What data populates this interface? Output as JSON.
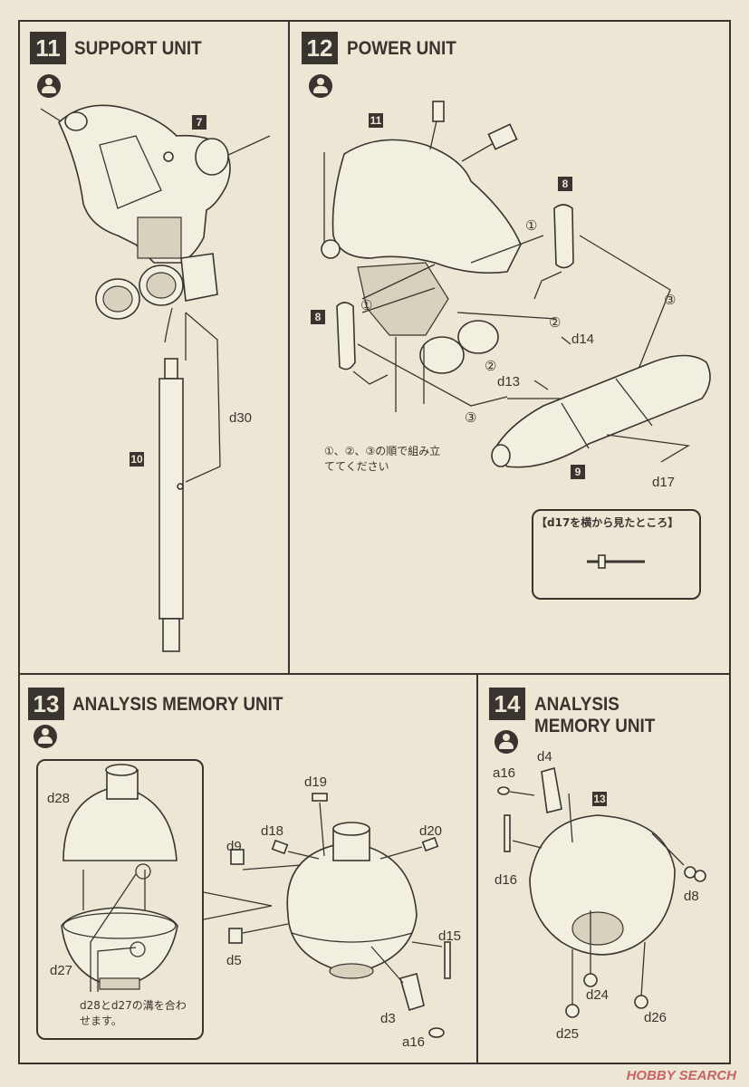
{
  "steps": {
    "s11": {
      "number": "11",
      "title": "SUPPORT UNIT",
      "parts": {
        "p7": "7",
        "p10": "10"
      },
      "labels": {
        "d30": "d30"
      }
    },
    "s12": {
      "number": "12",
      "title": "POWER UNIT",
      "parts": {
        "p11": "11",
        "p8a": "8",
        "p8b": "8",
        "p9": "9"
      },
      "labels": {
        "d14": "d14",
        "d13": "d13",
        "d17": "d17",
        "c1a": "①",
        "c1b": "①",
        "c2a": "②",
        "c2b": "②",
        "c3a": "③",
        "c3b": "③"
      },
      "note": "①、②、③の順で組み立ててください",
      "callout_title": "【d17を横から見たところ】"
    },
    "s13": {
      "number": "13",
      "title": "ANALYSIS MEMORY UNIT",
      "labels": {
        "d28": "d28",
        "d27": "d27",
        "d19": "d19",
        "d18": "d18",
        "d20": "d20",
        "d9": "d9",
        "d5": "d5",
        "d15": "d15",
        "d3": "d3",
        "a16": "a16"
      },
      "note": "d28とd27の溝を合わせます。"
    },
    "s14": {
      "number": "14",
      "title": "ANALYSIS MEMORY UNIT",
      "parts": {
        "p13": "13"
      },
      "labels": {
        "d4": "d4",
        "a16": "a16",
        "d16": "d16",
        "d8": "d8",
        "d24": "d24",
        "d25": "d25",
        "d26": "d26"
      }
    }
  },
  "watermark": "HOBBY SEARCH"
}
